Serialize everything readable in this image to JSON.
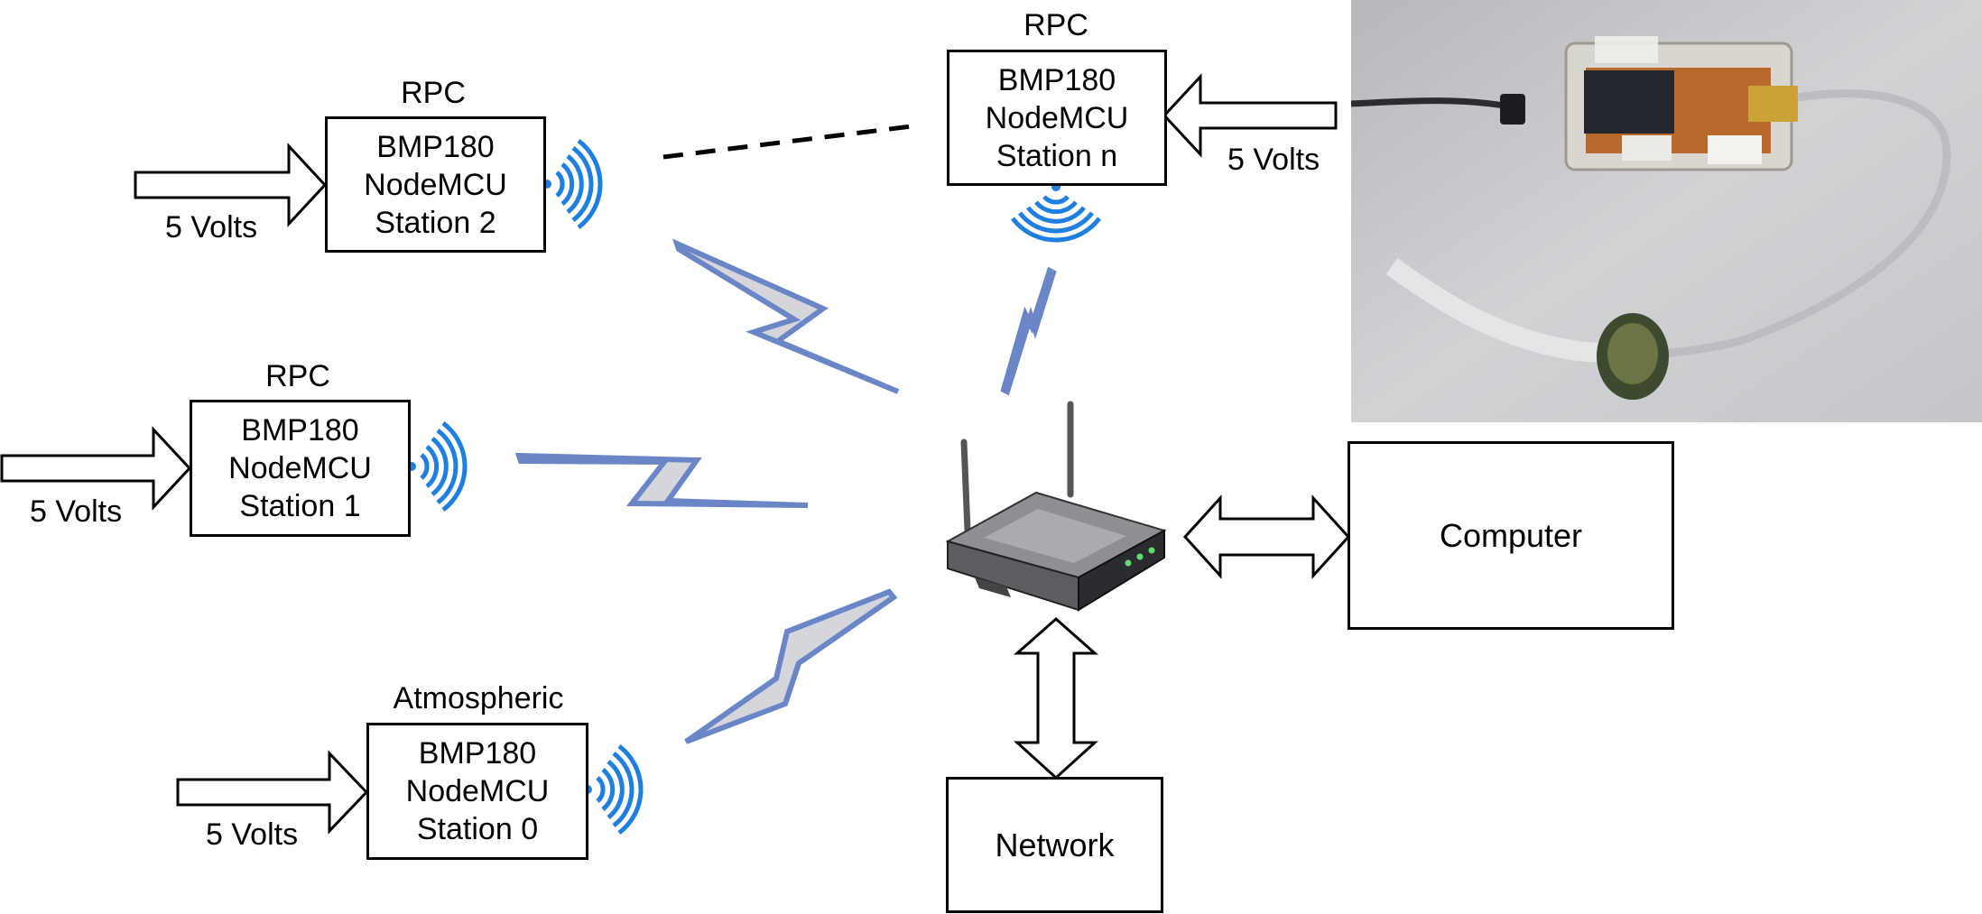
{
  "stations": [
    {
      "id": "station-2",
      "caption": "RPC",
      "lines": [
        "BMP180",
        "NodeMCU",
        "Station 2"
      ],
      "power": "5 Volts"
    },
    {
      "id": "station-1",
      "caption": "RPC",
      "lines": [
        "BMP180",
        "NodeMCU",
        "Station 1"
      ],
      "power": "5 Volts"
    },
    {
      "id": "station-0",
      "caption": "Atmospheric",
      "lines": [
        "BMP180",
        "NodeMCU",
        "Station 0"
      ],
      "power": "5 Volts"
    },
    {
      "id": "station-n",
      "caption": "RPC",
      "lines": [
        "BMP180",
        "NodeMCU",
        "Station n"
      ],
      "power": "5 Volts"
    }
  ],
  "computer": {
    "label": "Computer"
  },
  "network": {
    "label": "Network"
  },
  "colors": {
    "wifi": "#1f7fe0",
    "bolt_stroke": "#6b86c6",
    "bolt_fill": "#d4d6dc",
    "line": "#000000"
  },
  "icons": [
    "wifi-icon",
    "router-icon",
    "lightning-link-icon",
    "power-arrow-icon",
    "bidirectional-arrow-icon"
  ],
  "photo": {
    "subject": "sensor station hardware"
  }
}
